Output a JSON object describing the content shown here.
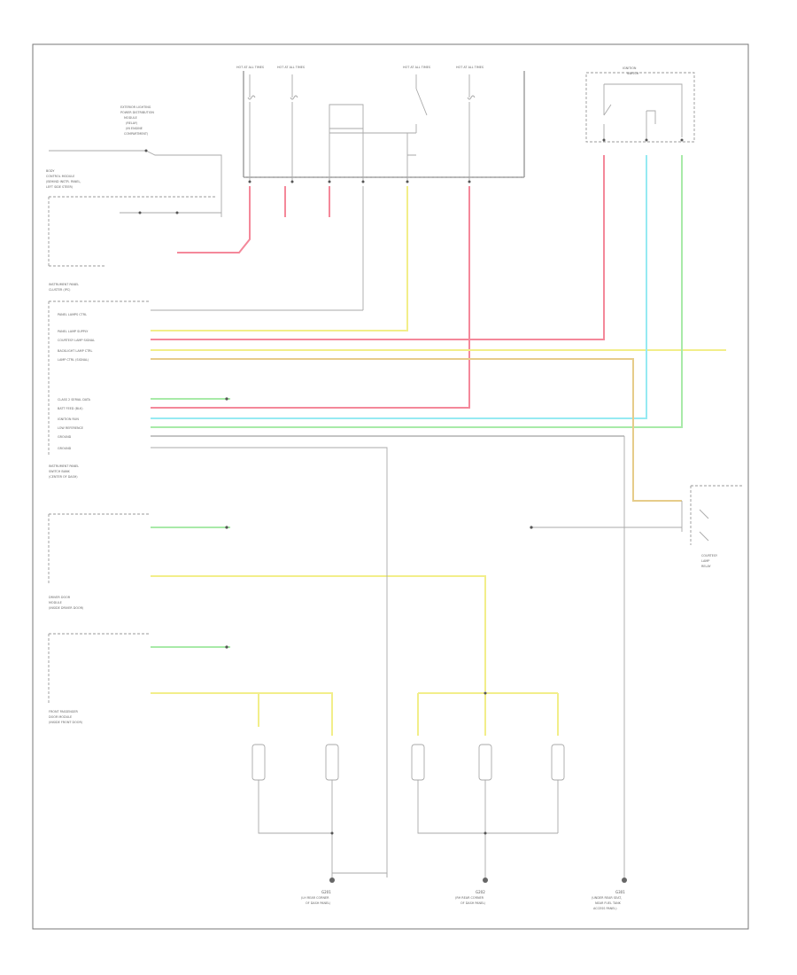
{
  "diagram_id": "",
  "fuse_labels": [
    "HOT AT ALL TIMES",
    "HOT AT ALL TIMES",
    "HOT AT ALL TIMES",
    "HOT AT ALL TIMES"
  ],
  "modules": {
    "top_left": [
      "EXTERIOR LIGHTING",
      "POWER DISTRIBUTION",
      "MODULE",
      "(RELAY)",
      "(IN ENGINE",
      "COMPARTMENT)"
    ],
    "left_module": [
      "BODY",
      "CONTROL MODULE",
      "(BEHIND INSTR. PANEL,",
      "LEFT SIDE STEER)"
    ],
    "ip_cluster": [
      "INSTRUMENT PANEL",
      "CLUSTER (IPC)"
    ],
    "ip_switch": [
      "INSTRUMENT PANEL",
      "SWITCH BANK",
      "(CENTER OF DASH)"
    ],
    "driver_door": [
      "DRIVER DOOR",
      "MODULE",
      "(INSIDE DRIVER DOOR)"
    ],
    "pass_door": [
      "FRONT PASSENGER",
      "DOOR MODULE",
      "(INSIDE FRONT DOOR)"
    ],
    "top_right": [
      "IGNITION",
      "SWITCH"
    ],
    "right_relay": [
      "COURTESY",
      "LAMP",
      "RELAY"
    ]
  },
  "pin_labels": [
    "PANEL LAMPS CTRL",
    "PANEL LAMP SUPPLY",
    "COURTESY LAMP SIGNAL",
    "BACKLIGHT LAMP CTRL",
    "LAMP CTRL (SIGNAL)",
    "CLASS 2 SERIAL DATA",
    "BATT FEED (BLK)",
    "IGNITION RUN",
    "LOW REFERENCE",
    "GROUND",
    "GROUND"
  ],
  "wire_colors": [
    "RED/WHT",
    "YEL",
    "ORG/BLK",
    "LT BLU/BLK",
    "DK GRN",
    "BLK/WHT",
    "TAN"
  ],
  "grounds": [
    [
      "G201",
      "(LH REAR CORNER",
      "OF DASH PANEL)"
    ],
    [
      "G202",
      "(RH REAR CORNER",
      "OF DASH PANEL)"
    ],
    [
      "G301",
      "(UNDER REAR SEAT,",
      "NEAR FUEL TANK",
      "ACCESS PANEL)"
    ]
  ],
  "colors": {
    "red_wire": "#f4889a",
    "yellow_wire": "#f2ee8a",
    "cyan_wire": "#96eaf2",
    "green_wire": "#a8eaa8",
    "gray_wire": "#c4c4c4"
  }
}
